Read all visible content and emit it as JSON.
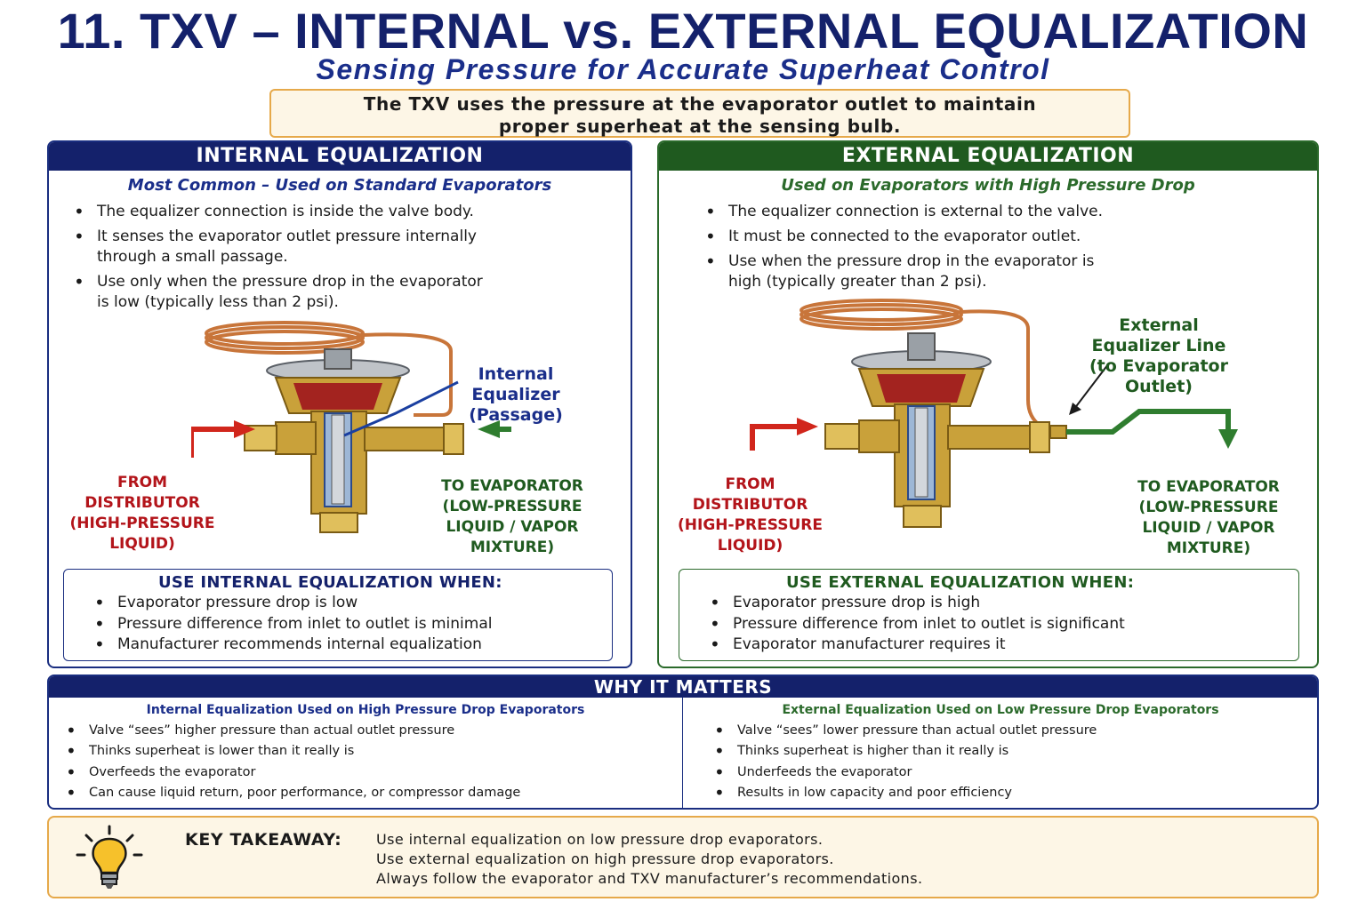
{
  "header": {
    "title": "11. TXV – INTERNAL vs. EXTERNAL EQUALIZATION",
    "subtitle": "Sensing Pressure for Accurate Superheat Control",
    "intro_line1": "The TXV uses the pressure at the evaporator outlet to maintain",
    "intro_line2": "proper superheat at the sensing bulb."
  },
  "internal": {
    "heading": "INTERNAL EQUALIZATION",
    "subheading": "Most Common – Used on Standard Evaporators",
    "bullets": [
      [
        "The equalizer connection is inside the valve body."
      ],
      [
        "It senses the evaporator outlet pressure internally",
        "through a small passage."
      ],
      [
        "Use only when the pressure drop in the evaporator",
        "is low (typically less than 2 psi)."
      ]
    ],
    "diagram_labels": {
      "equalizer": [
        "Internal",
        "Equalizer",
        "(Passage)"
      ],
      "from": [
        "FROM",
        "DISTRIBUTOR",
        "(HIGH-PRESSURE",
        "LIQUID)"
      ],
      "to": [
        "TO EVAPORATOR",
        "(LOW-PRESSURE",
        "LIQUID / VAPOR",
        "MIXTURE)"
      ]
    },
    "use_when": {
      "heading": "USE INTERNAL EQUALIZATION WHEN:",
      "items": [
        "Evaporator pressure drop is low",
        "Pressure difference from inlet to outlet is minimal",
        "Manufacturer recommends internal equalization"
      ]
    }
  },
  "external": {
    "heading": "EXTERNAL EQUALIZATION",
    "subheading": "Used on Evaporators with High Pressure Drop",
    "bullets": [
      [
        "The equalizer connection is external to the valve."
      ],
      [
        "It must be connected to the evaporator outlet."
      ],
      [
        "Use when the pressure drop in the evaporator is",
        "high (typically greater than 2 psi)."
      ]
    ],
    "diagram_labels": {
      "equalizer": [
        "External",
        "Equalizer Line",
        "(to Evaporator",
        "Outlet)"
      ],
      "from": [
        "FROM",
        "DISTRIBUTOR",
        "(HIGH-PRESSURE",
        "LIQUID)"
      ],
      "to": [
        "TO EVAPORATOR",
        "(LOW-PRESSURE",
        "LIQUID / VAPOR",
        "MIXTURE)"
      ]
    },
    "use_when": {
      "heading": "USE EXTERNAL EQUALIZATION WHEN:",
      "items": [
        "Evaporator pressure drop is high",
        "Pressure difference from inlet to outlet is significant",
        "Evaporator manufacturer requires it"
      ]
    }
  },
  "why": {
    "heading": "WHY IT MATTERS",
    "left": {
      "subheading": "Internal Equalization Used on High Pressure Drop Evaporators",
      "items": [
        "Valve “sees” higher pressure than actual outlet pressure",
        "Thinks superheat is lower than it really is",
        "Overfeeds the evaporator",
        "Can cause liquid return, poor performance, or compressor damage"
      ]
    },
    "right": {
      "subheading": "External Equalization Used on Low Pressure Drop Evaporators",
      "items": [
        "Valve “sees” lower pressure than actual outlet pressure",
        "Thinks superheat is higher than it really is",
        "Underfeeds the evaporator",
        "Results in low capacity and poor efficiency"
      ]
    }
  },
  "takeaway": {
    "title": "KEY TAKEAWAY:",
    "lines": [
      "Use internal equalization on low pressure drop evaporators.",
      "Use external equalization on high pressure drop evaporators.",
      "Always follow the evaporator and TXV manufacturer’s recommendations."
    ]
  },
  "colors": {
    "navy": "#14216b",
    "green": "#1f5a1f",
    "red": "#b3141a",
    "accent_orange": "#e6a94a",
    "brass": "#c9a13a",
    "copper": "#c8753a"
  },
  "icons": [
    "light-bulb-icon",
    "red-arrow-icon",
    "green-arrow-icon"
  ]
}
